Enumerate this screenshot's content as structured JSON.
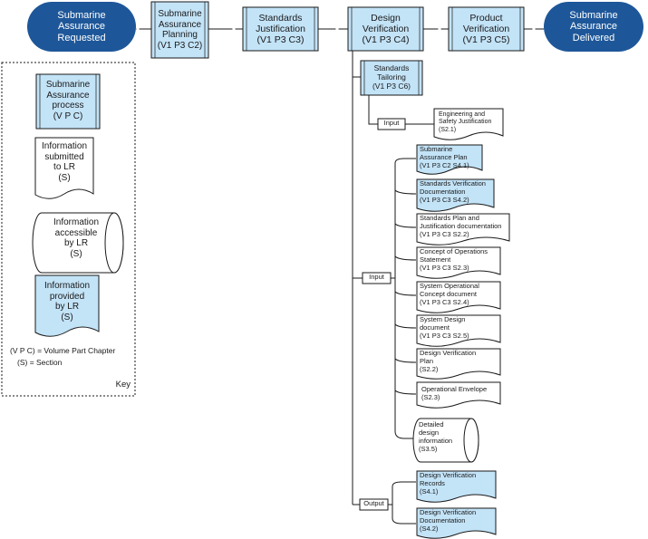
{
  "flow": {
    "start": "Submarine\nAssurance\nRequested",
    "end": "Submarine\nAssurance\nDelivered",
    "planning": "Submarine\nAssurance\nPlanning\n(V1 P3 C2)",
    "justification": "Standards\nJustification\n(V1 P3 C3)",
    "design": "Design\nVerification\n(V1 P3 C4)",
    "product": "Product\nVerification\n(V1 P3 C5)"
  },
  "tailoring": {
    "process": "Standards\nTailoring\n(V1 P3 C6)",
    "input_label": "Input",
    "engineering_doc": "Engineering and\nSafety Justification\n(S2.1)"
  },
  "inputs": {
    "label": "Input",
    "items": [
      "Submarine\nAssurance Plan\n(V1 P3 C2 S4.1)",
      "Standards Verification\nDocumentation\n(V1 P3 C3 S4.2)",
      "Standards Plan and\nJustification documentation\n(V1 P3 C3 S2.2)",
      "Concept of Operations\nStatement\n(V1 P3 C3 S2.3)",
      "System Operational\nConcept document\n(V1 P3 C3 S2.4)",
      "System Design\ndocument\n(V1 P3 C3 S2.5)",
      "Design Verification\nPlan\n(S2.2)",
      "Operational Envelope\n(S2.3)"
    ],
    "accessible": "Detailed\ndesign\ninformation\n(S3.5)"
  },
  "outputs": {
    "label": "Output",
    "items": [
      "Design Verification\nRecords\n(S4.1)",
      "Design Verification\nDocumentation\n(S4.2)"
    ]
  },
  "key": {
    "process": "Submarine\nAssurance\nprocess\n(V P C)",
    "submitted": "Information\nsubmitted\nto LR\n(S)",
    "accessible": "Information\naccessible\nby LR\n(S)",
    "provided": "Information\nprovided\nby LR\n(S)",
    "legend_vpc": "(V P C) = Volume Part Chapter",
    "legend_s": "(S) = Section",
    "title": "Key"
  },
  "colors": {
    "terminator": "#1e5799",
    "process_fill": "#c3e3f7",
    "doc_blue": "#c3e3f7",
    "stroke": "#1a1a1a",
    "line": "#1a1a1a"
  }
}
